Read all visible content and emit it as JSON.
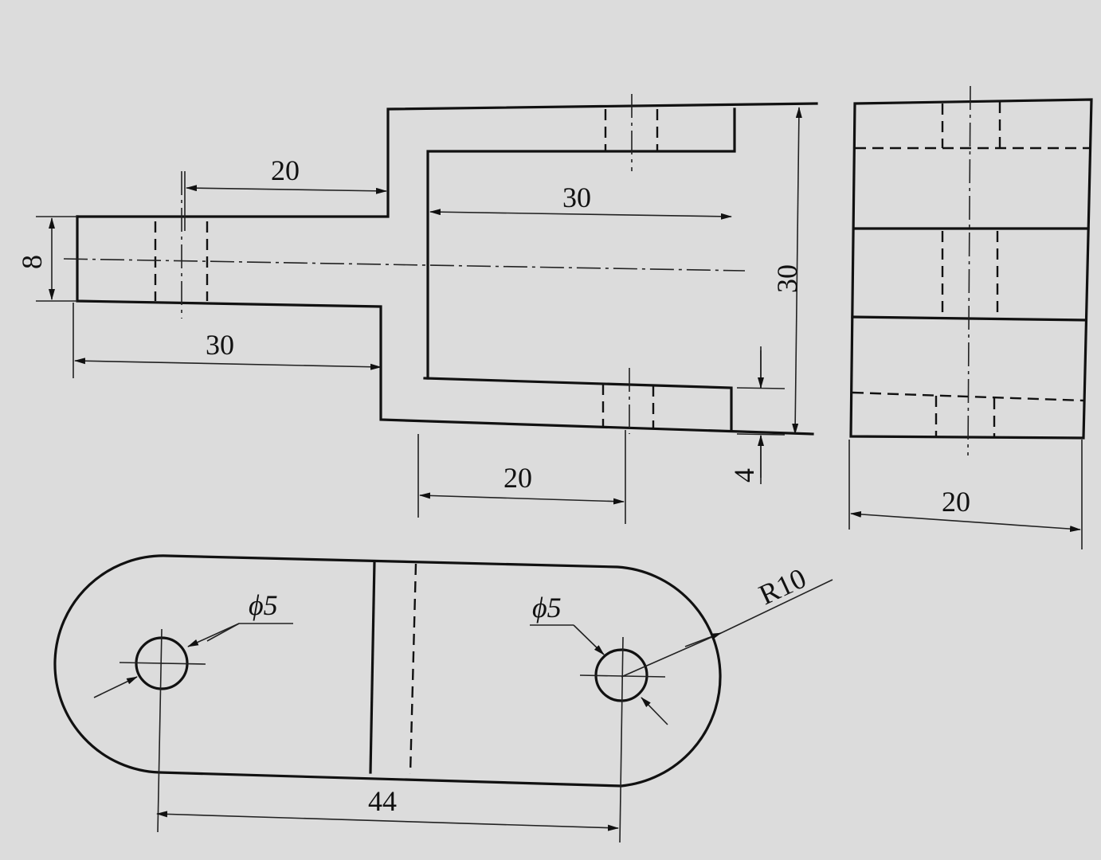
{
  "drawing": {
    "front_view": {
      "dims": {
        "upper_offset": "20",
        "inner_length": "30",
        "tab_height": "8",
        "tab_length": "30",
        "overall_height": "30",
        "hole_position": "20",
        "plate_thickness": "4"
      }
    },
    "side_view": {
      "dims": {
        "width": "20"
      }
    },
    "top_view": {
      "dims": {
        "hole_left": "ϕ5",
        "hole_right": "ϕ5",
        "radius": "R10",
        "hole_spacing": "44"
      }
    },
    "colors": {
      "paper": "#dcdcdc",
      "ink": "#111111"
    }
  }
}
